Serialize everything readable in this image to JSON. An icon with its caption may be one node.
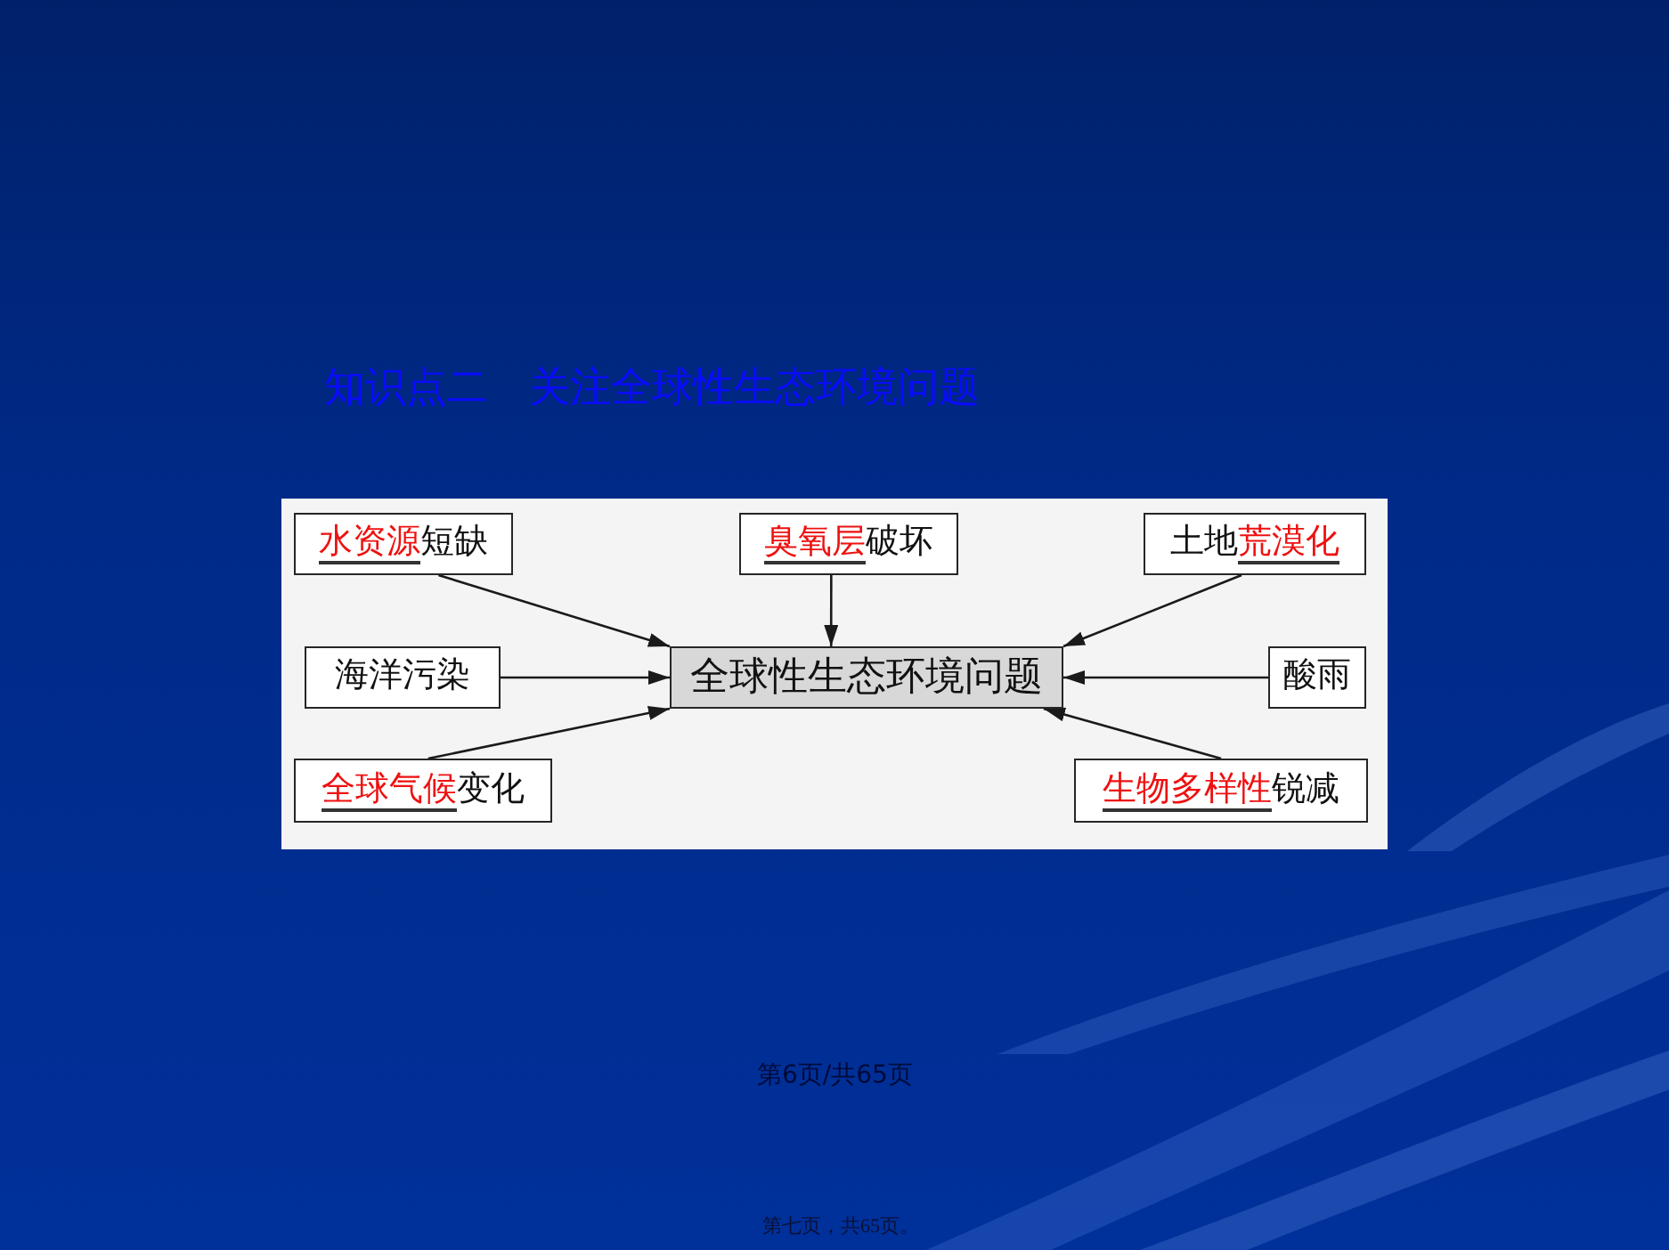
{
  "diagram": {
    "title": "知识点二　关注全球性生态环境问题",
    "nodes": [
      {
        "text": [
          "**水资源**短缺"
        ]
      },
      {
        "text": [
          "**臭氧层**破坏"
        ]
      },
      {
        "text": [
          "土地**荒漠化**"
        ]
      },
      {
        "text": [
          "海洋污染"
        ]
      },
      {
        "text": [
          "全球性生态环境问题"
        ]
      },
      {
        "text": [
          "酸雨"
        ]
      },
      {
        "text": [
          "**全球气候**变化"
        ]
      },
      {
        "text": [
          "**生物多样性**锐减"
        ]
      }
    ],
    "edges": [
      {
        "from": 0,
        "to": 4,
        "arrow": "to"
      },
      {
        "from": 1,
        "to": 4,
        "arrow": "to"
      },
      {
        "from": 2,
        "to": 4,
        "arrow": "to"
      },
      {
        "from": 3,
        "to": 4,
        "arrow": "to"
      },
      {
        "from": 5,
        "to": 4,
        "arrow": "to"
      },
      {
        "from": 6,
        "to": 4,
        "arrow": "to"
      },
      {
        "from": 7,
        "to": 4,
        "arrow": "to"
      }
    ],
    "labels": [
      "第6页/共65页",
      "第七页，共65页。"
    ]
  }
}
